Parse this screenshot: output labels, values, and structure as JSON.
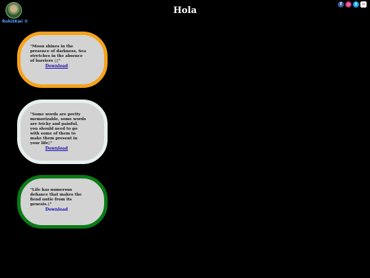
{
  "header": {
    "logo_text": "RohitKwi ©",
    "title": "Hola",
    "social": [
      {
        "name": "facebook-icon",
        "glyph": "f"
      },
      {
        "name": "instagram-icon",
        "glyph": "◎"
      },
      {
        "name": "twitter-icon",
        "glyph": "t"
      },
      {
        "name": "mail-icon",
        "glyph": "✉"
      }
    ]
  },
  "cards": [
    {
      "quote": "\"Moon shines in the presence of darkness, Sea stretches in the absence of barriers ▯▯\"",
      "download_label": "Download",
      "border_color": "#f5a21a"
    },
    {
      "quote": "\"Some words are pretty memorizable, some words are tricky and painful, you should need to go with some of them to make them present in your life▯\"",
      "download_label": "Download",
      "border_color": "#e6f0ee"
    },
    {
      "quote": "\"Life has numerous defiance that makes the fiend untie from its genesis.▯\"",
      "download_label": "Download",
      "border_color": "#0a7a16"
    }
  ],
  "colors": {
    "background": "#000000",
    "card_fill": "#d3d3d3",
    "link": "#1a0dab"
  }
}
